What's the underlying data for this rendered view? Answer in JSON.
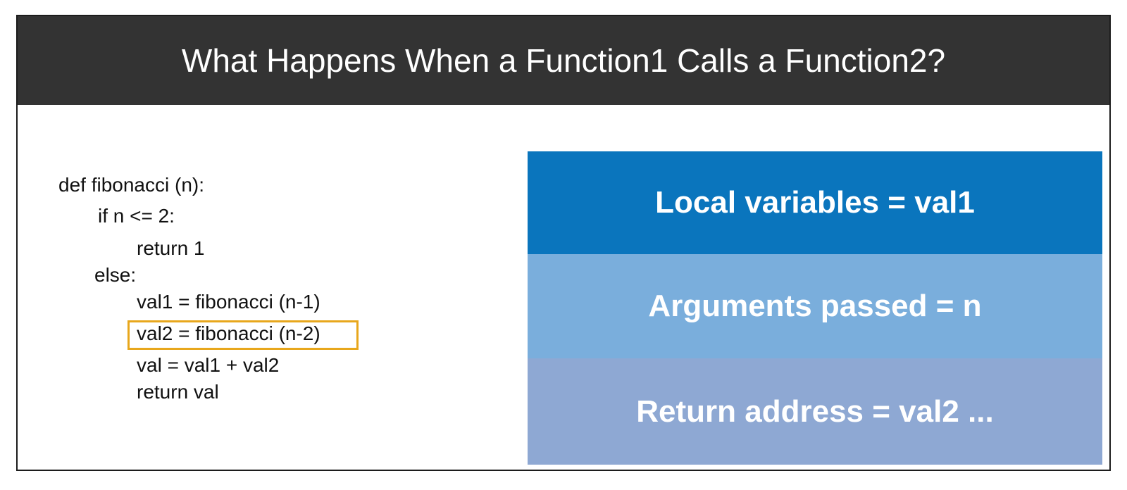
{
  "title": "What Happens When a Function1 Calls a Function2?",
  "code": {
    "lines": [
      "def fibonacci (n):",
      "if n <= 2:",
      "return 1",
      "else:",
      "val1 = fibonacci (n-1)",
      "val2 = fibonacci (n-2)",
      "val = val1 + val2",
      "return val"
    ],
    "highlighted_line": "val2 = fibonacci (n-2)",
    "highlight_color": "#e8a71c"
  },
  "stack_frame": {
    "blocks": [
      {
        "label": "Local variables = val1",
        "color": "#0a75bd"
      },
      {
        "label": "Arguments passed = n",
        "color": "#7aaedc"
      },
      {
        "label": "Return address = val2 ...",
        "color": "#8ea8d3"
      }
    ]
  },
  "colors": {
    "title_bar": "#333333",
    "frame_border": "#1c1c1c"
  }
}
